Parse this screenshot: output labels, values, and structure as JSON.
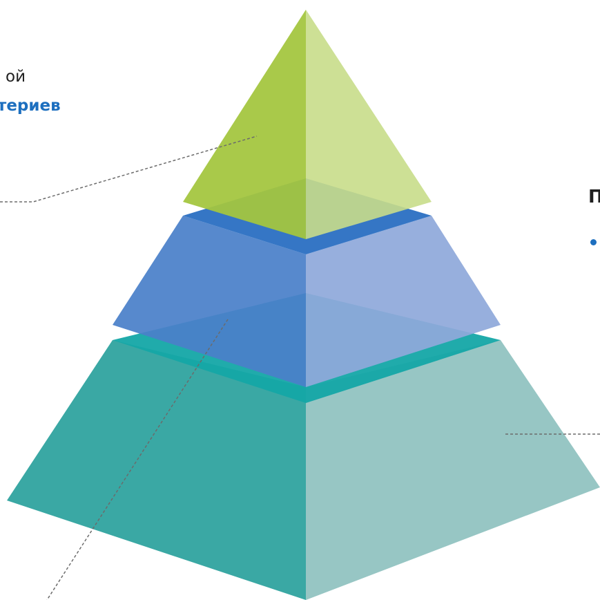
{
  "labels": {
    "top_line1": "ой",
    "top_line2": "териев",
    "right_title": "П"
  },
  "colors": {
    "apex_left": "#a4c63f",
    "apex_right": "#c8dd8a",
    "middle_left": "#4a80c9",
    "middle_right": "#8fa9da",
    "base_left": "#3aa8a4",
    "base_right": "#97c6c4",
    "middle_top_band": "#2a6fc2",
    "base_top_band": "#14a6a6",
    "leader_line": "#6b6b6b",
    "bullet": "#1d6fbf"
  },
  "icons": {
    "bullet": "bullet-dot-icon"
  }
}
